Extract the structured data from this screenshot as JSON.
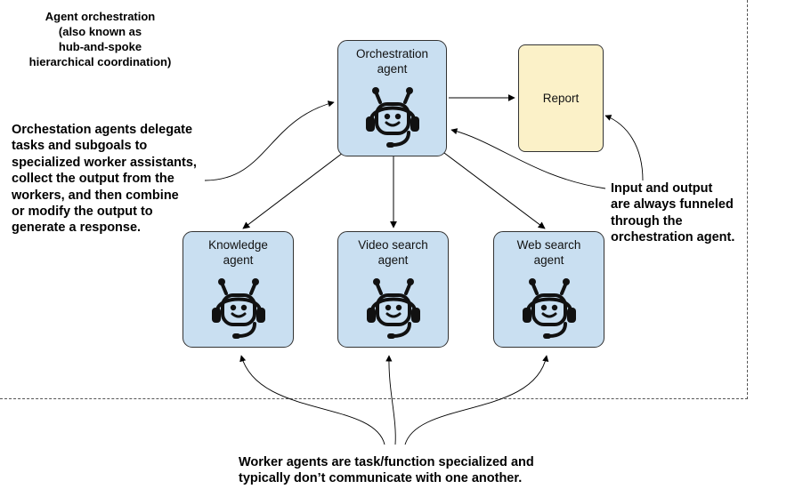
{
  "title": {
    "lines": [
      "Agent orchestration",
      "(also known as",
      "hub-and-spoke",
      "hierarchical coordination)"
    ]
  },
  "nodes": {
    "orchestration": [
      "Orchestration",
      "agent"
    ],
    "knowledge": [
      "Knowledge",
      "agent"
    ],
    "video_search": [
      "Video search",
      "agent"
    ],
    "web_search": [
      "Web search",
      "agent"
    ],
    "report": "Report"
  },
  "annotations": {
    "left": [
      "Orchestation agents delegate",
      "tasks and subgoals to",
      "specialized worker assistants,",
      "collect the output from the",
      "workers, and then combine",
      "or modify the output to",
      "generate a response."
    ],
    "right": [
      "Input and output",
      "are always funneled",
      "through the",
      "orchestration agent."
    ],
    "bottom": [
      "Worker agents are task/function specialized and",
      "typically don’t communicate with one another."
    ]
  },
  "icons": {
    "agent": "robot-headset-icon"
  },
  "colors": {
    "agent_fill": "#c9dff1",
    "report_fill": "#fbf1c8",
    "stroke": "#333333"
  }
}
